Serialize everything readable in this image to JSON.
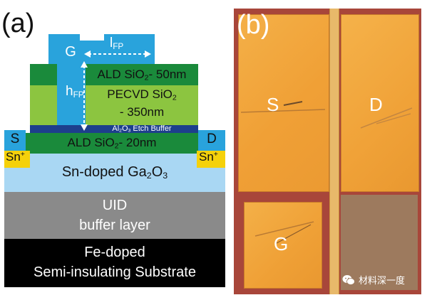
{
  "panel_a": {
    "letter": "(a)",
    "gate": "G",
    "lfp_base": "l",
    "lfp_sub": "FP",
    "hfp_base": "h",
    "hfp_sub": "FP",
    "ald50_pre": "ALD SiO",
    "ald50_sub": "2",
    "ald50_post": "- 50nm",
    "pecvd_pre": "PECVD SiO",
    "pecvd_sub": "2",
    "pecvd_line2": "- 350nm",
    "etch_pre": "Al",
    "etch_sub1": "2",
    "etch_mid": "O",
    "etch_sub2": "3",
    "etch_post": " Etch Buffer",
    "ald20_pre": "ALD SiO",
    "ald20_sub": "2",
    "ald20_post": "- 20nm",
    "source": "S",
    "drain": "D",
    "sn_plus_base": "Sn",
    "sn_plus_sup": "+",
    "channel_pre": "Sn-doped Ga",
    "channel_sub1": "2",
    "channel_mid": "O",
    "channel_sub2": "3",
    "uid_line1": "UID",
    "uid_line2": "buffer layer",
    "substrate_line1": "Fe-doped",
    "substrate_line2": "Semi-insulating Substrate"
  },
  "panel_b": {
    "letter": "(b)",
    "source": "S",
    "drain": "D",
    "gate": "G",
    "watermark": "材料深一度"
  },
  "colors": {
    "blue_metal": "#29a3dc",
    "ald_green": "#1a8a3b",
    "pecvd_green": "#8cc540",
    "etch_navy": "#1d3f8c",
    "channel_blue": "#a9d7f3",
    "uid_gray": "#8a8a8a",
    "substrate": "#000000",
    "sn_yellow": "#f5d10b",
    "pad_orange": "#f2a33a",
    "bg_red": "#a8463a"
  }
}
